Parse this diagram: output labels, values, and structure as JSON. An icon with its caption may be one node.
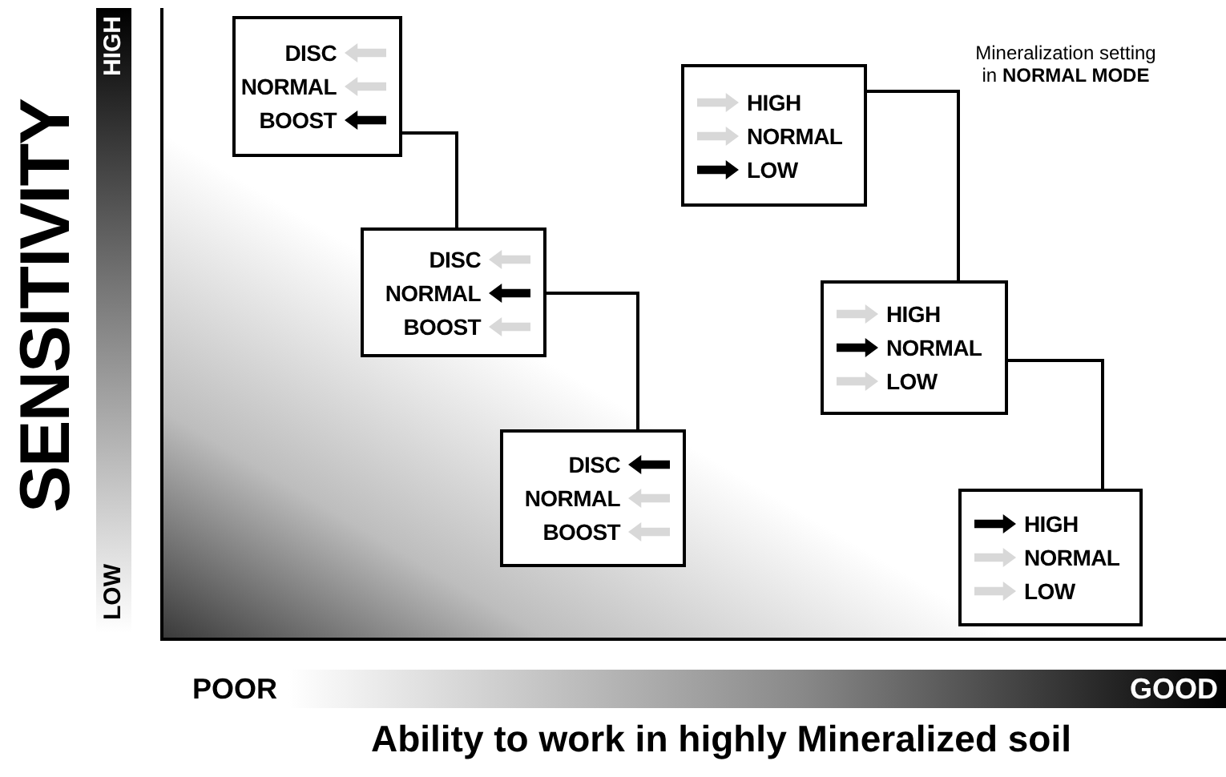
{
  "diagram": {
    "nodes": [
      {
        "text": [
          "DISC",
          "NORMAL",
          "BOOST"
        ]
      },
      {
        "text": [
          "DISC",
          "NORMAL",
          "BOOST"
        ]
      },
      {
        "text": [
          "DISC",
          "NORMAL",
          "BOOST"
        ]
      },
      {
        "text": [
          "HIGH",
          "NORMAL",
          "LOW"
        ]
      },
      {
        "text": [
          "HIGH",
          "NORMAL",
          "LOW"
        ]
      },
      {
        "text": [
          "HIGH",
          "NORMAL",
          "LOW"
        ]
      }
    ],
    "edges": [
      {
        "from": 0,
        "to": 1,
        "arrow": "none"
      },
      {
        "from": 1,
        "to": 2,
        "arrow": "none"
      },
      {
        "from": 3,
        "to": 4,
        "arrow": "none"
      },
      {
        "from": 4,
        "to": 5,
        "arrow": "none"
      }
    ],
    "labels": [
      "HIGH",
      "SENSITIVITY",
      "LOW",
      "Mineralization setting in **NORMAL MODE**",
      "POOR",
      "GOOD",
      "Ability to work in highly Mineralized soil"
    ]
  }
}
